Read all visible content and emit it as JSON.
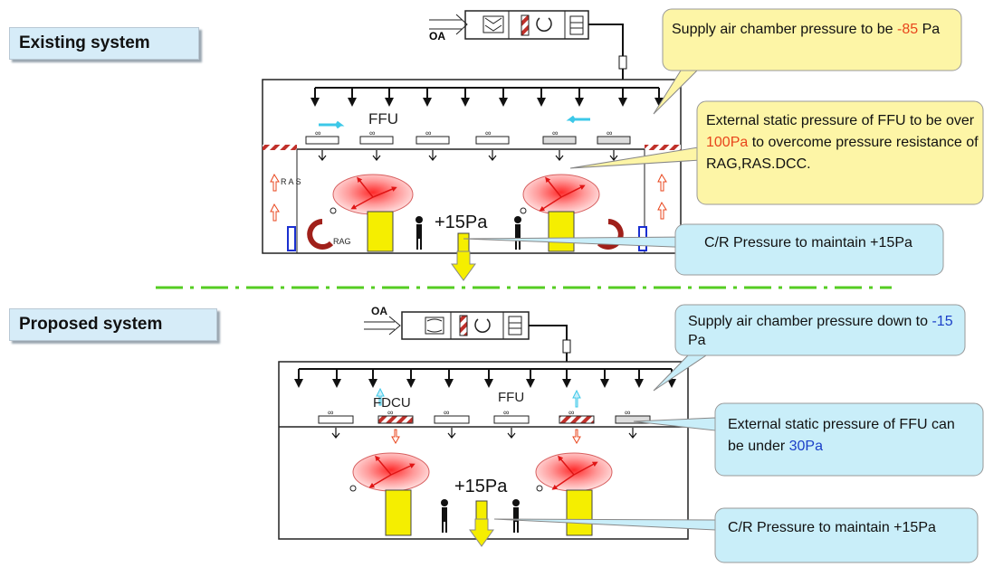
{
  "existing": {
    "title": "Existing system",
    "oa_label": "OA",
    "ffu_label": "FFU",
    "ras_label": "R A S",
    "rag_label": "RAG",
    "pressure_label": "+15Pa",
    "callouts": {
      "supply_pre": "Supply air chamber pressure to be ",
      "supply_value": "-85",
      "supply_post": " Pa",
      "ext_pre": "External static pressure of FFU to be over ",
      "ext_value": "100Pa",
      "ext_post": " to overcome pressure resistance of RAG,RAS.DCC.",
      "cr": "C/R Pressure to maintain +15Pa"
    }
  },
  "proposed": {
    "title": "Proposed system",
    "oa_label": "OA",
    "fdcu_label": "FDCU",
    "ffu_label": "FFU",
    "pressure_label": "+15Pa",
    "callouts": {
      "supply_pre": "Supply air chamber pressure down to ",
      "supply_value": "-15",
      "supply_post": " Pa",
      "ext_pre": "External static pressure of FFU can be under ",
      "ext_value": "30Pa",
      "cr": "C/R Pressure to maintain +15Pa"
    }
  },
  "colors": {
    "callout_yellow": "#fdf5a6",
    "callout_blue": "#c9eef9",
    "separator": "#55cc22",
    "highlight_red": "#e8451c",
    "highlight_blue": "#1a3fc8",
    "equipment_yellow": "#f5ee00"
  }
}
